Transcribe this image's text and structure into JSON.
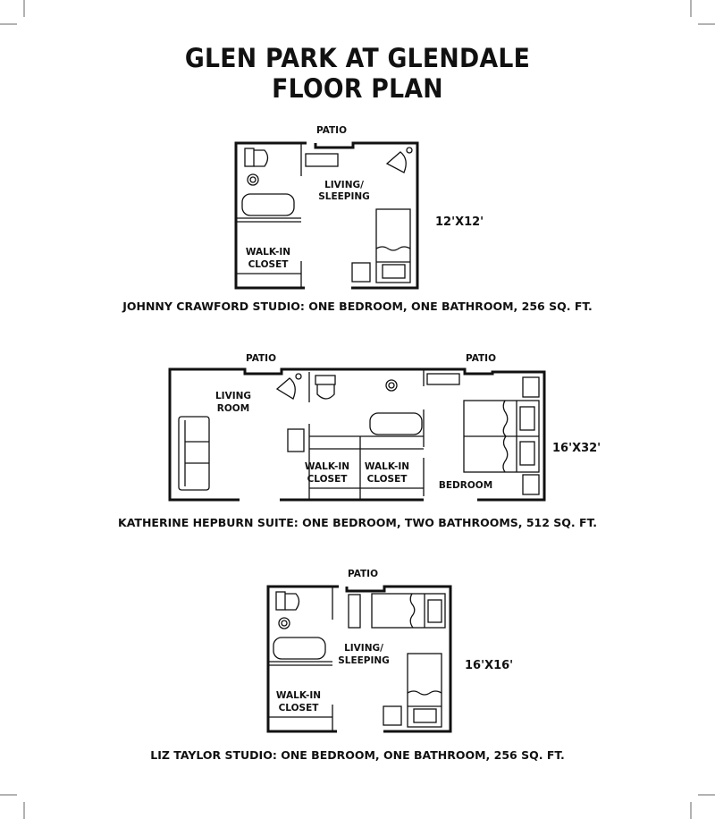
{
  "title": {
    "line1": "GLEN PARK AT GLENDALE",
    "line2": "FLOOR PLAN"
  },
  "plans": [
    {
      "name": "Johnny Crawford Studio",
      "labels": {
        "patio": "PATIO",
        "living1": "LIVING/",
        "living2": "SLEEPING",
        "closet1": "WALK-IN",
        "closet2": "CLOSET"
      },
      "dimensions": "12'X12'",
      "caption": "JOHNNY CRAWFORD STUDIO: ONE BEDROOM, ONE BATHROOM, 256 SQ. FT."
    },
    {
      "name": "Katherine Hepburn Suite",
      "labels": {
        "patio_left": "PATIO",
        "patio_right": "PATIO",
        "living1": "LIVING",
        "living2": "ROOM",
        "closet_a1": "WALK-IN",
        "closet_a2": "CLOSET",
        "closet_b1": "WALK-IN",
        "closet_b2": "CLOSET",
        "bedroom": "BEDROOM"
      },
      "dimensions": "16'X32'",
      "caption": "KATHERINE HEPBURN SUITE: ONE BEDROOM, TWO BATHROOMS, 512 SQ. FT."
    },
    {
      "name": "Liz Taylor Studio",
      "labels": {
        "patio": "PATIO",
        "living1": "LIVING/",
        "living2": "SLEEPING",
        "closet1": "WALK-IN",
        "closet2": "CLOSET"
      },
      "dimensions": "16'X16'",
      "caption": "LIZ TAYLOR STUDIO: ONE BEDROOM, ONE BATHROOM, 256 SQ. FT."
    }
  ]
}
